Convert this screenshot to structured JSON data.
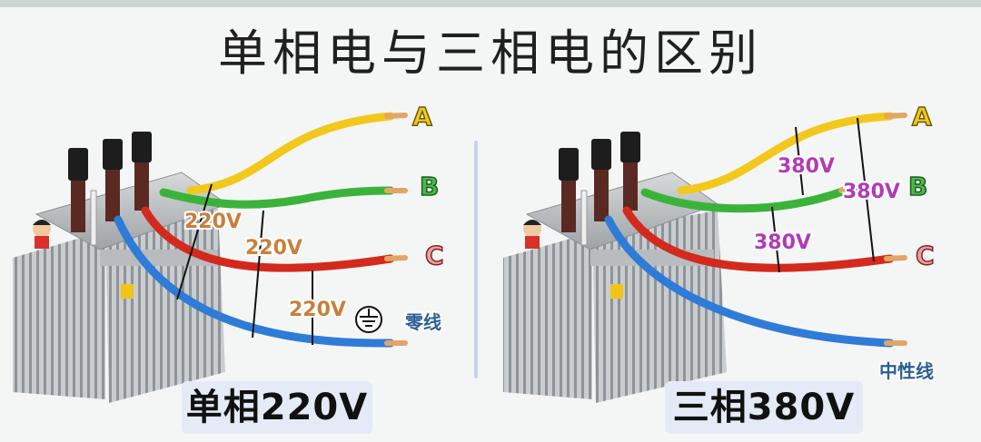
{
  "title": "单相电与三相电的区别",
  "left": {
    "phase_labels": [
      "A",
      "B",
      "C"
    ],
    "voltages": [
      "220V",
      "220V",
      "220V"
    ],
    "neutral_label": "零线",
    "caption": "单相220V"
  },
  "right": {
    "phase_labels": [
      "A",
      "B",
      "C"
    ],
    "voltages": [
      "380V",
      "380V",
      "380V"
    ],
    "neutral_label": "中性线",
    "caption": "三相380V"
  },
  "colors": {
    "yellow_wire": "#f2c81c",
    "green_wire": "#3bb33a",
    "red_wire": "#d42a1e",
    "blue_wire": "#2f7bd8",
    "copper": "#e4a468",
    "voltage_text_left": "#c8803a",
    "voltage_text_right": "#b13ab9",
    "phase_letter_fill": "#f2c81c",
    "phase_letter_b": "#49b94a",
    "phase_letter_c": "#e7a2a2"
  },
  "icons": [
    "ground-symbol-icon",
    "cartoon-sticker"
  ]
}
